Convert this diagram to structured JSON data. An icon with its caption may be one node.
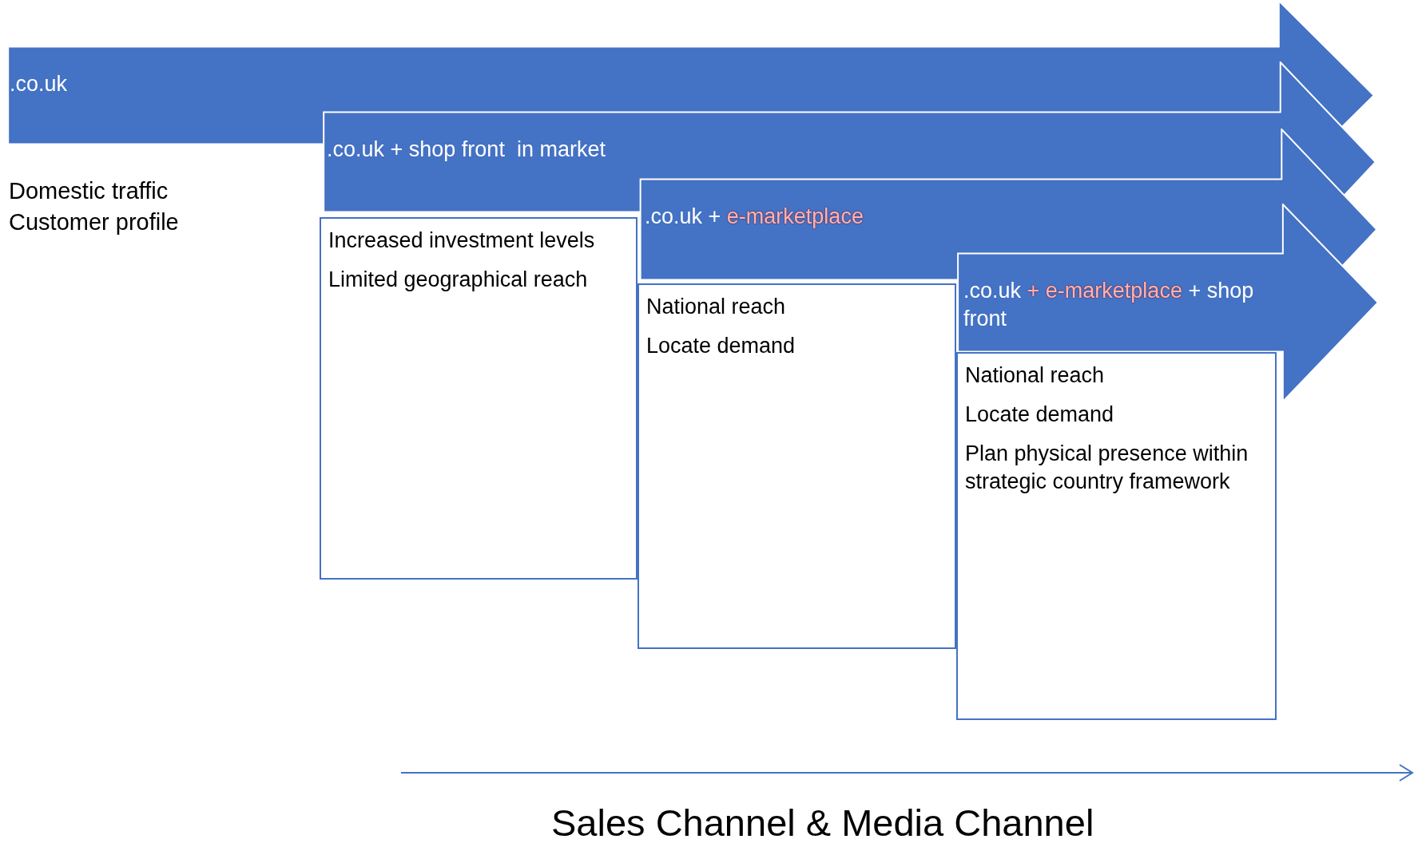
{
  "diagram": {
    "nodes": [
      {
        "text": [
          ".co.uk"
        ]
      },
      {
        "text": [
          ".co.uk + shop front  in market"
        ]
      },
      {
        "text": [
          ".co.uk +",
          "e-marketplace"
        ]
      },
      {
        "text": [
          ".co.uk",
          "+ e-marketplace",
          "+ shop front"
        ]
      },
      {
        "text": [
          "Increased investment levels",
          "Limited geographical reach"
        ]
      },
      {
        "text": [
          "National reach",
          "Locate demand"
        ]
      },
      {
        "text": [
          "National reach",
          "Locate demand",
          "Plan physical presence within strategic country framework"
        ]
      }
    ],
    "labels": [
      "Domestic traffic",
      "Customer profile",
      "Sales Channel & Media Channel"
    ]
  }
}
